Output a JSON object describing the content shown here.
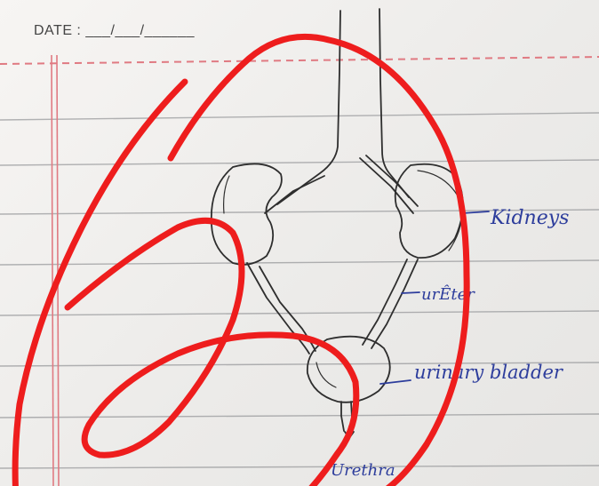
{
  "header": {
    "date_label": "DATE : ___/___/______"
  },
  "labels": {
    "kidneys": "Kidneys",
    "ureter": "urÊter",
    "bladder": "urinary bladder",
    "urethra": "Urethra"
  },
  "colors": {
    "paper": "#f2f0ee",
    "rule_line": "#7a7c80",
    "margin_line": "#e07a82",
    "pencil": "#2e2e2e",
    "ink": "#2d3d9c",
    "marker": "#ee1d1d"
  }
}
